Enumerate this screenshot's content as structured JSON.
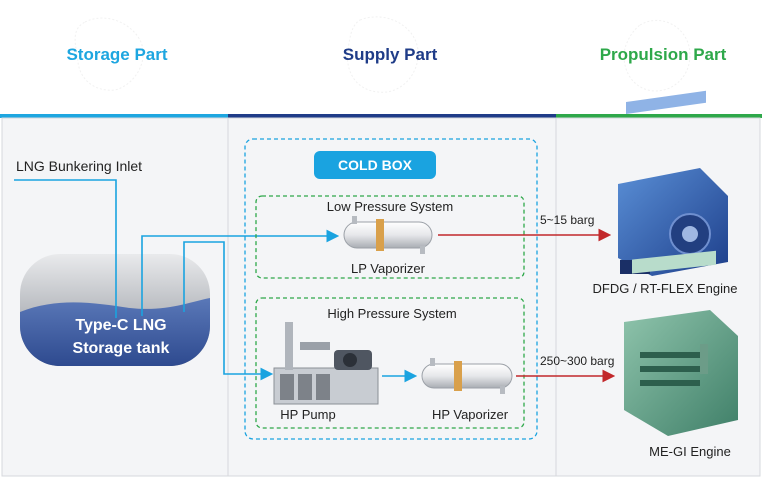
{
  "headers": {
    "storage": "Storage Part",
    "supply": "Supply Part",
    "propulsion": "Propulsion Part"
  },
  "storage": {
    "inlet_label": "LNG Bunkering Inlet",
    "tank_label_line1": "Type-C LNG",
    "tank_label_line2": "Storage tank"
  },
  "supply": {
    "cold_box": "COLD BOX",
    "low_pressure_system": "Low Pressure System",
    "lp_vaporizer": "LP Vaporizer",
    "high_pressure_system": "High Pressure System",
    "hp_pump": "HP Pump",
    "hp_vaporizer": "HP Vaporizer"
  },
  "propulsion": {
    "lp_pressure": "5~15 barg",
    "hp_pressure": "250~300 barg",
    "dfdg_engine": "DFDG / RT-FLEX Engine",
    "megi_engine": "ME-GI Engine"
  },
  "colors": {
    "storage_accent": "#1ea6e0",
    "supply_accent": "#1f3c88",
    "propulsion_accent": "#2ea84a",
    "lng_line": "#1aa3e0",
    "gas_line": "#c2282b"
  }
}
